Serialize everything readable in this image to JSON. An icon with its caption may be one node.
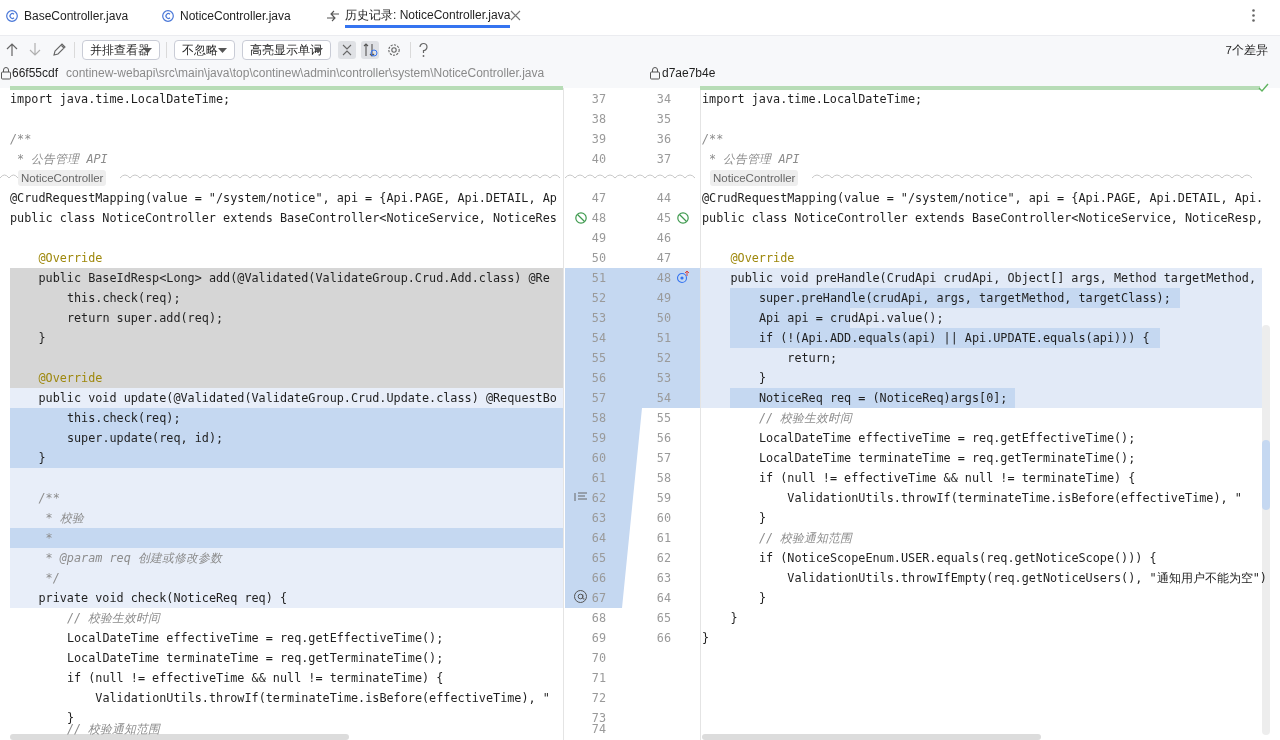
{
  "diagram": {
    "labels": [
      "BaseController.java",
      "NoticeController.java",
      "历史记录: NoticeController.java",
      "并排查看器",
      "不忽略",
      "高亮显示单词",
      "7个差异",
      "66f55cdf",
      "continew-webapi\\src\\main\\java\\top\\continew\\admin\\controller\\system\\NoticeController.java",
      "d7ae7b4e",
      "import java.time.LocalDateTime;",
      "37",
      "34",
      "import java.time.LocalDateTime;",
      "38",
      "35",
      "/**",
      "39",
      "36",
      "/**",
      "* 公告管理 API",
      "40",
      "37",
      "* 公告管理 API",
      "NoticeController",
      "NoticeController",
      "@CrudRequestMapping(value = \"/system/notice\", api = {Api.PAGE, Api.DETAIL, Ap",
      "47",
      "44",
      "@CrudRequestMapping(value = \"/system/notice\", api = {Api.PAGE, Api.DETAIL, Api.",
      "public class NoticeController extends BaseController<NoticeService, NoticeRes",
      "48",
      "45",
      "public class NoticeController extends BaseController<NoticeService, NoticeResp,",
      "49",
      "46",
      "@Override",
      "50",
      "47",
      "@Override",
      "public BaseIdResp<Long> add(@Validated(ValidateGroup.Crud.Add.class) @Re",
      "51",
      "48",
      "public void preHandle(CrudApi crudApi, Object[] args, Method targetMethod,",
      "this.check(req);",
      "52",
      "49",
      "super.preHandle(crudApi, args, targetMethod, targetClass);",
      "return super.add(req);",
      "53",
      "50",
      "Api api = crudApi.value();",
      "}",
      "54",
      "51",
      "if (!(Api.ADD.equals(api) || Api.UPDATE.equals(api))) {",
      "55",
      "52",
      "return;",
      "@Override",
      "56",
      "53",
      "}",
      "public void update(@Validated(ValidateGroup.Crud.Update.class) @RequestBo",
      "57",
      "54",
      "NoticeReq req = (NoticeReq)args[0];",
      "this.check(req);",
      "58",
      "55",
      "// 校验生效时间",
      "super.update(req, id);",
      "59",
      "56",
      "LocalDateTime effectiveTime = req.getEffectiveTime();",
      "}",
      "60",
      "57",
      "LocalDateTime terminateTime = req.getTerminateTime();",
      "61",
      "58",
      "if (null != effectiveTime && null != terminateTime) {",
      "/**",
      "62",
      "59",
      "ValidationUtils.throwIf(terminateTime.isBefore(effectiveTime), \"",
      "* 校验",
      "63",
      "60",
      "}",
      "*",
      "64",
      "61",
      "// 校验通知范围",
      "* @param req 创建或修改参数",
      "65",
      "62",
      "if (NoticeScopeEnum.USER.equals(req.getNoticeScope())) {",
      "*/",
      "66",
      "63",
      "ValidationUtils.throwIfEmpty(req.getNoticeUsers(), \"通知用户不能为空\")",
      "private void check(NoticeReq req) {",
      "67",
      "64",
      "}",
      "// 校验生效时间",
      "68",
      "65",
      "}",
      "LocalDateTime effectiveTime = req.getEffectiveTime();",
      "69",
      "66",
      "}",
      "LocalDateTime terminateTime = req.getTerminateTime();",
      "70",
      "if (null != effectiveTime && null != terminateTime) {",
      "71",
      "ValidationUtils.throwIf(terminateTime.isBefore(effectiveTime), \"",
      "72",
      "}",
      "73",
      "// 校验通知范围",
      "74"
    ]
  }
}
